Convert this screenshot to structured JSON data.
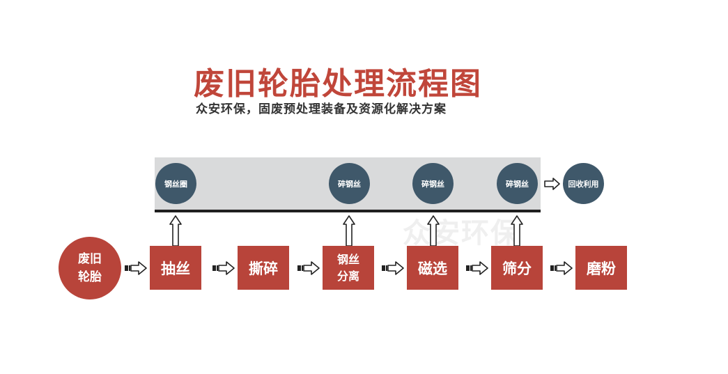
{
  "title": "废旧轮胎处理流程图",
  "subtitle": "众安环保，固废预处理装备及资源化解决方案",
  "watermark": "众安环保",
  "colors": {
    "title": "#c0463a",
    "box": "#b8443a",
    "circle": "#3f586a",
    "band": "#d9dadb"
  },
  "start": {
    "line1": "废旧",
    "line2": "轮胎"
  },
  "steps": [
    {
      "line1": "抽丝",
      "line2": ""
    },
    {
      "line1": "撕碎",
      "line2": ""
    },
    {
      "line1": "钢丝",
      "line2": "分离"
    },
    {
      "line1": "磁选",
      "line2": ""
    },
    {
      "line1": "筛分",
      "line2": ""
    },
    {
      "line1": "磨粉",
      "line2": ""
    }
  ],
  "outputs": [
    "钢丝圈",
    "碎钢丝",
    "碎钢丝",
    "碎钢丝"
  ],
  "final": "回收利用"
}
